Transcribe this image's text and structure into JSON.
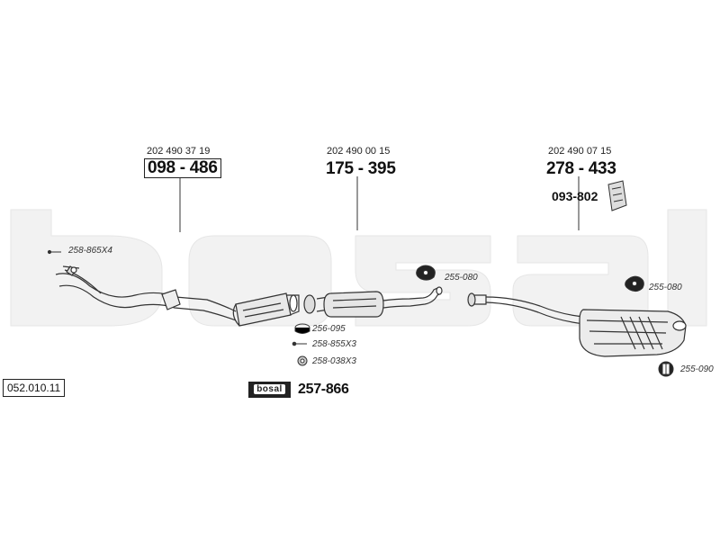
{
  "sheet_number": "052.010.11",
  "watermark": "bosal",
  "callouts": [
    {
      "oem": "202 490 37 19",
      "part": "098 - 486"
    },
    {
      "oem": "202 490 00 15",
      "part": "175 - 395"
    },
    {
      "oem": "202 490 07 15",
      "part": "278 - 433"
    }
  ],
  "bracket_part": "093-802",
  "accessories": {
    "front_clamp": "258-865X4",
    "hanger_mid": "255-080",
    "hanger_rear": "255-080",
    "rear_mount": "255-090",
    "gasket": "256-095",
    "bolt": "258-855X3",
    "nut": "258-038X3",
    "kit_label": "bosal",
    "kit_part": "257-866"
  }
}
